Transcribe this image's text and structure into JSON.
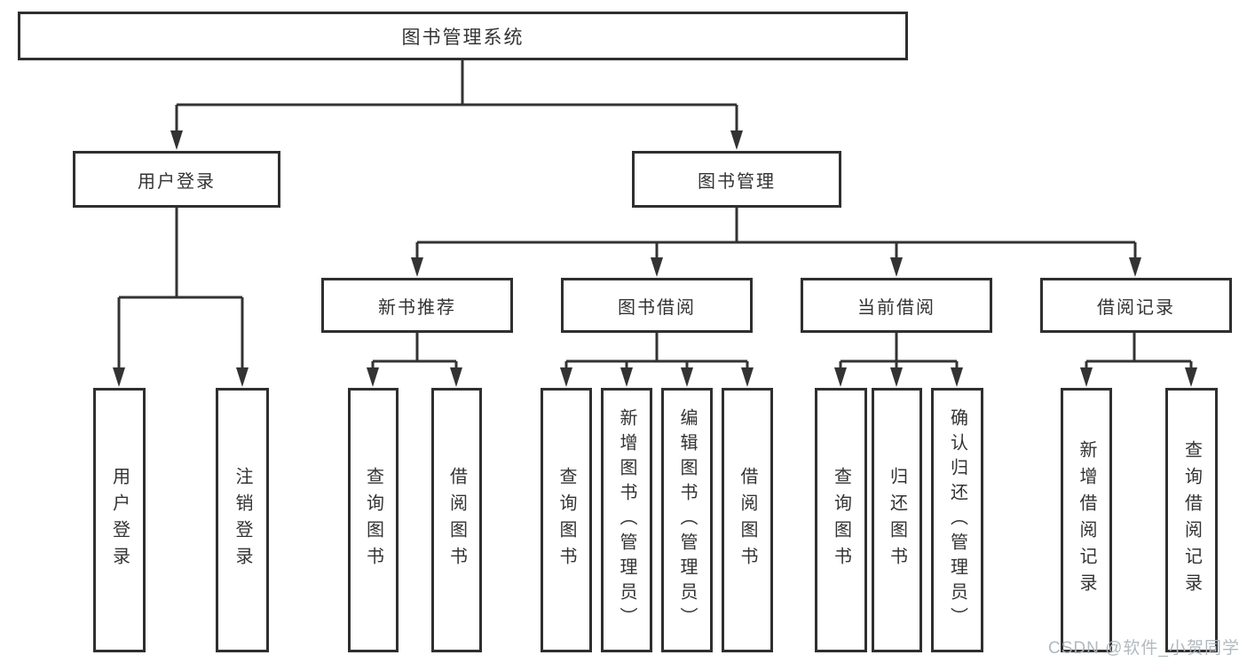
{
  "diagram": {
    "type": "hierarchy-tree",
    "root": {
      "label": "图书管理系统",
      "children": [
        {
          "label": "用户登录",
          "children": [
            {
              "label": "用户登录"
            },
            {
              "label": "注销登录"
            }
          ]
        },
        {
          "label": "图书管理",
          "children": [
            {
              "label": "新书推荐",
              "children": [
                {
                  "label": "查询图书"
                },
                {
                  "label": "借阅图书"
                }
              ]
            },
            {
              "label": "图书借阅",
              "children": [
                {
                  "label": "查询图书"
                },
                {
                  "label": "新增图书（管理员）"
                },
                {
                  "label": "编辑图书（管理员）"
                },
                {
                  "label": "借阅图书"
                }
              ]
            },
            {
              "label": "当前借阅",
              "children": [
                {
                  "label": "查询图书"
                },
                {
                  "label": "归还图书"
                },
                {
                  "label": "确认归还（管理员）"
                }
              ]
            },
            {
              "label": "借阅记录",
              "children": [
                {
                  "label": "新增借阅记录"
                },
                {
                  "label": "查询借阅记录"
                }
              ]
            }
          ]
        }
      ]
    }
  },
  "watermark": {
    "text": "CSDN @软件_小贺同学"
  },
  "colors": {
    "line": "#333333",
    "box_border": "#2f2f2f",
    "text": "#333333",
    "background": "#ffffff",
    "watermark": "#aeb5bb"
  }
}
